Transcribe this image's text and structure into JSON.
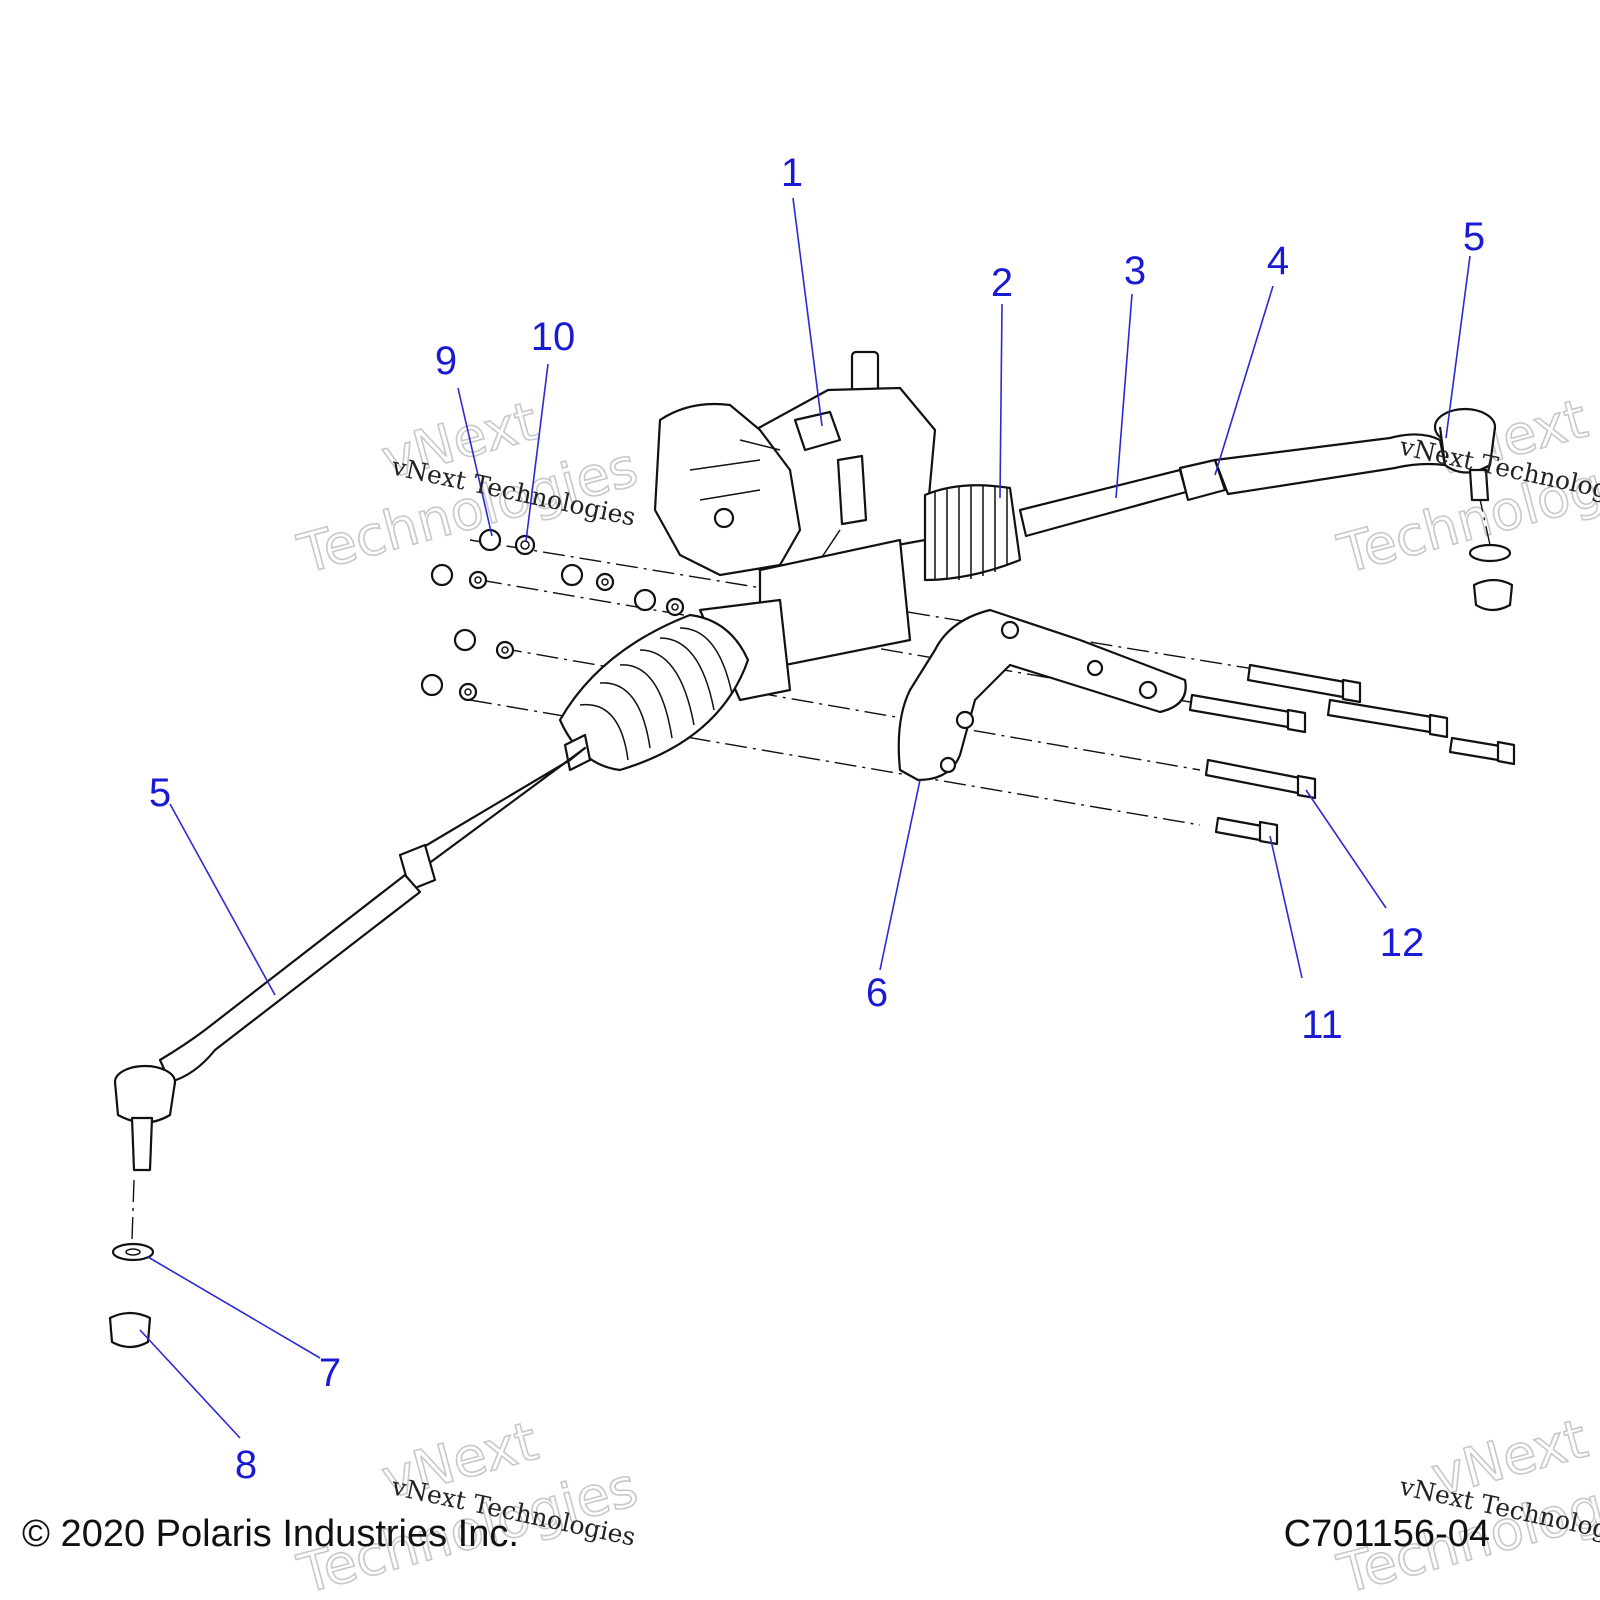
{
  "callouts": {
    "c1": "1",
    "c2": "2",
    "c3": "3",
    "c4": "4",
    "c5a": "5",
    "c5b": "5",
    "c6": "6",
    "c7": "7",
    "c8": "8",
    "c9": "9",
    "c10": "10",
    "c11": "11",
    "c12": "12"
  },
  "watermark": {
    "name_line1": "vNext",
    "name_line2": "Technologies",
    "caption": "vNext Technologies"
  },
  "footer": {
    "copyright": "© 2020 Polaris Industries Inc.",
    "figure_code": "C701156-04"
  },
  "colors": {
    "callout": "#1a1ad4",
    "line": "#111111",
    "watermark": "#c8c8c8"
  }
}
